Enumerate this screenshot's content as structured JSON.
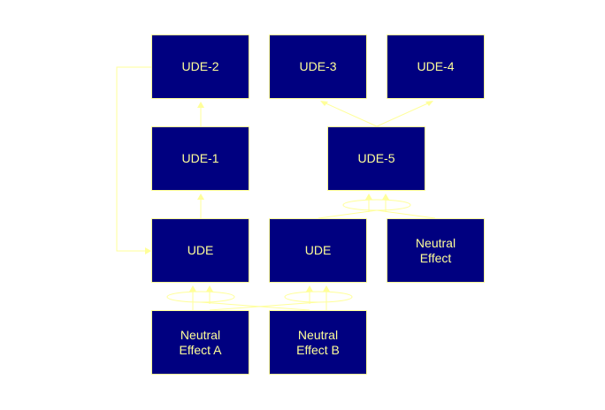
{
  "colors": {
    "background": "#ffffff",
    "node_fill": "#000080",
    "node_text": "#ffff99",
    "edge": "#ffff99"
  },
  "nodes": {
    "ude2": "UDE-2",
    "ude3": "UDE-3",
    "ude4": "UDE-4",
    "ude1": "UDE-1",
    "ude5": "UDE-5",
    "ude_left": "UDE",
    "ude_mid": "UDE",
    "neutral_effect": "Neutral\nEffect",
    "neutral_effect_a": "Neutral\nEffect A",
    "neutral_effect_b": "Neutral\nEffect B"
  },
  "edges": [
    {
      "from": "ude_left",
      "to": "ude1",
      "type": "sufficiency"
    },
    {
      "from": "ude1",
      "to": "ude2",
      "type": "sufficiency"
    },
    {
      "from": "ude2",
      "to": "ude_left",
      "type": "feedback-loop"
    },
    {
      "from": [
        "ude_mid",
        "neutral_effect"
      ],
      "to": "ude5",
      "type": "and"
    },
    {
      "from": "ude5",
      "to": [
        "ude3",
        "ude4"
      ],
      "type": "sufficiency"
    },
    {
      "from": [
        "neutral_effect_a",
        "neutral_effect_b"
      ],
      "to": "ude_left",
      "type": "and"
    },
    {
      "from": [
        "neutral_effect_a",
        "neutral_effect_b"
      ],
      "to": "ude_mid",
      "type": "and"
    }
  ]
}
